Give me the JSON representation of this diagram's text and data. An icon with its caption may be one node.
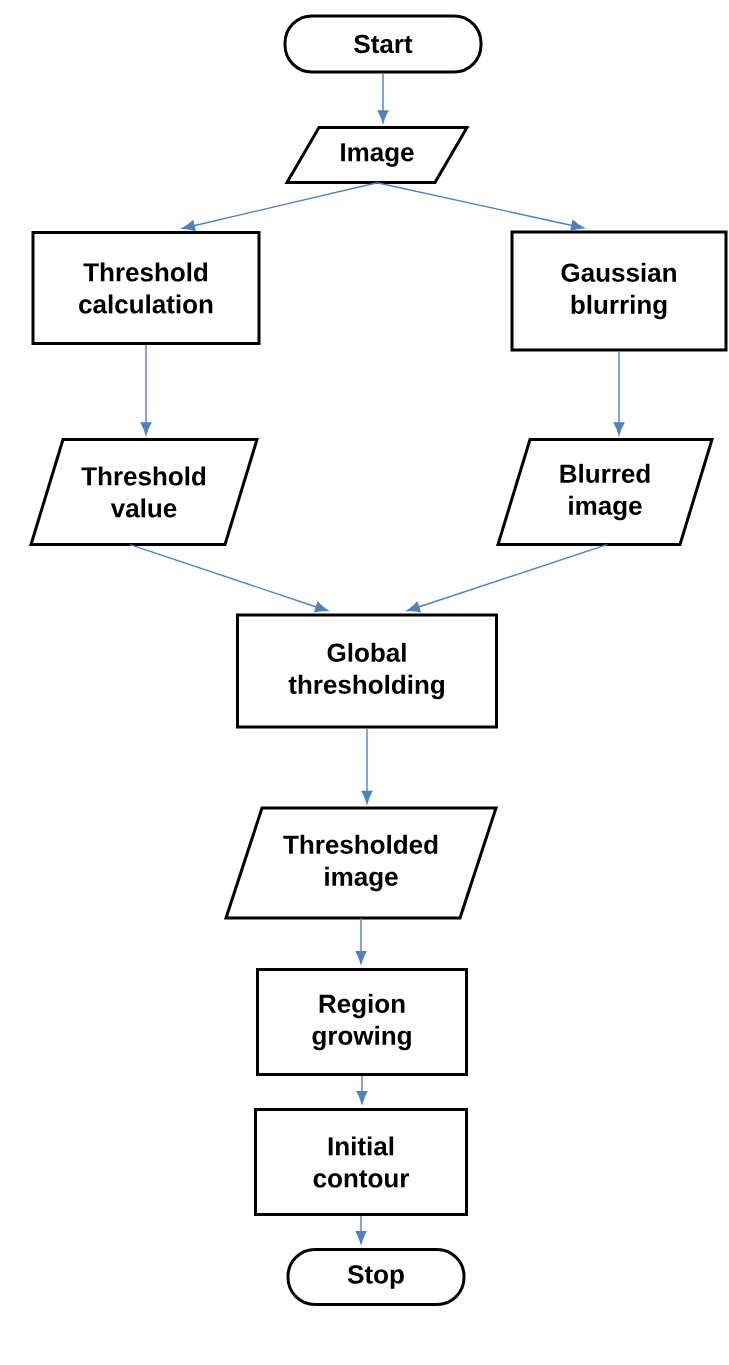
{
  "diagram": {
    "nodes": [
      {
        "text": [
          "Start"
        ]
      },
      {
        "text": [
          "Image"
        ]
      },
      {
        "text": [
          "Threshold calculation"
        ]
      },
      {
        "text": [
          "Gaussian blurring"
        ]
      },
      {
        "text": [
          "Threshold value"
        ]
      },
      {
        "text": [
          "Blurred image"
        ]
      },
      {
        "text": [
          "Global thresholding"
        ]
      },
      {
        "text": [
          "Thresholded image"
        ]
      },
      {
        "text": [
          "Region growing"
        ]
      },
      {
        "text": [
          "Initial contour"
        ]
      },
      {
        "text": [
          "Stop"
        ]
      }
    ],
    "edges": [
      {
        "from": 0,
        "to": 1,
        "arrow": "to"
      },
      {
        "from": 1,
        "to": 2,
        "arrow": "to"
      },
      {
        "from": 1,
        "to": 3,
        "arrow": "to"
      },
      {
        "from": 2,
        "to": 4,
        "arrow": "to"
      },
      {
        "from": 3,
        "to": 5,
        "arrow": "to"
      },
      {
        "from": 4,
        "to": 6,
        "arrow": "to"
      },
      {
        "from": 5,
        "to": 6,
        "arrow": "to"
      },
      {
        "from": 6,
        "to": 7,
        "arrow": "to"
      },
      {
        "from": 7,
        "to": 8,
        "arrow": "to"
      },
      {
        "from": 8,
        "to": 9,
        "arrow": "to"
      },
      {
        "from": 9,
        "to": 10,
        "arrow": "to"
      }
    ]
  }
}
